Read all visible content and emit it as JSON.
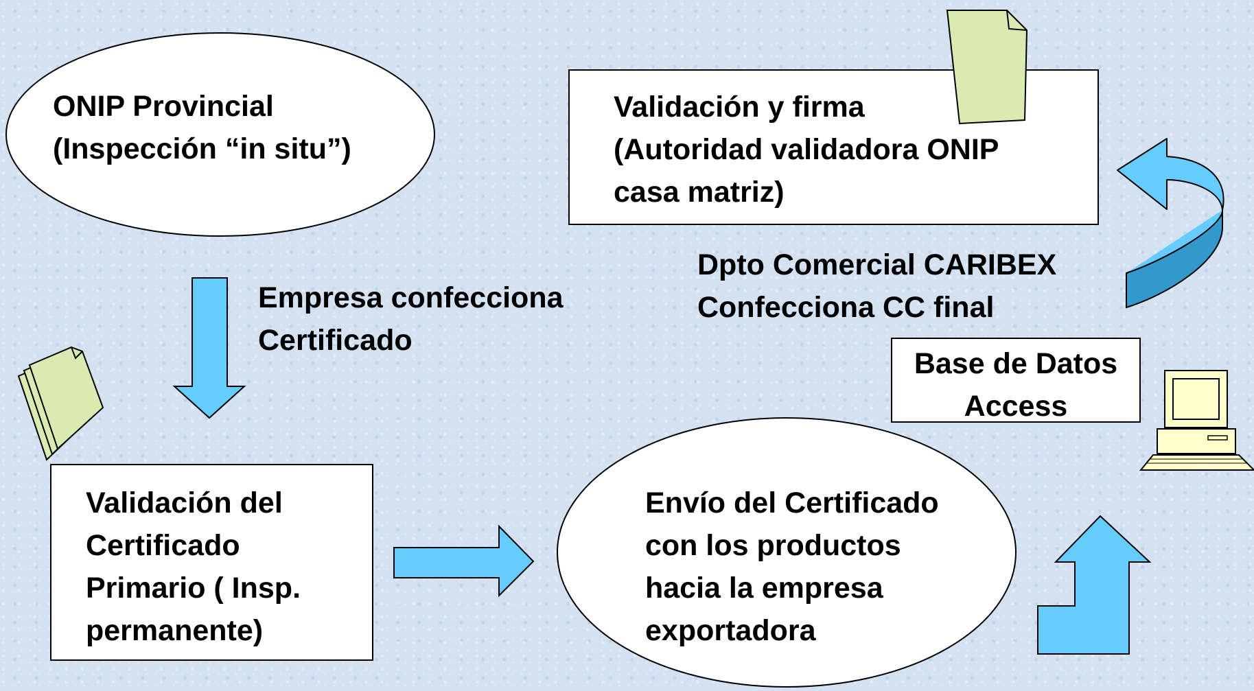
{
  "nodes": {
    "onip_provincial": {
      "lines": [
        "ONIP Provincial",
        "(Inspección “in situ”)"
      ]
    },
    "validacion_firma": {
      "lines": [
        "Validación y firma",
        "(Autoridad  validadora ONIP",
        "casa matriz)"
      ]
    },
    "validacion_primario": {
      "lines": [
        "Validación del",
        "Certificado",
        "Primario ( Insp.",
        "permanente)"
      ]
    },
    "envio_certificado": {
      "lines": [
        "Envío del Certificado",
        "con los productos",
        "hacia  la empresa",
        "exportadora"
      ]
    },
    "base_datos": {
      "lines": [
        "Base de Datos",
        "Access"
      ]
    }
  },
  "annotations": {
    "empresa_confecciona": {
      "lines": [
        "Empresa confecciona",
        "Certificado"
      ]
    },
    "dpto_comercial": {
      "lines": [
        "Dpto Comercial CARIBEX",
        "Confecciona CC final"
      ]
    }
  },
  "colors": {
    "background": "#d3e1f1",
    "arrow_fill": "#66ccff",
    "arrow_dark": "#3399cc",
    "document_fill": "#d9ebb0",
    "shape_fill": "#ffffff",
    "outline": "#000000"
  },
  "icons": [
    "document-icon",
    "document-stack-icon",
    "computer-icon"
  ]
}
